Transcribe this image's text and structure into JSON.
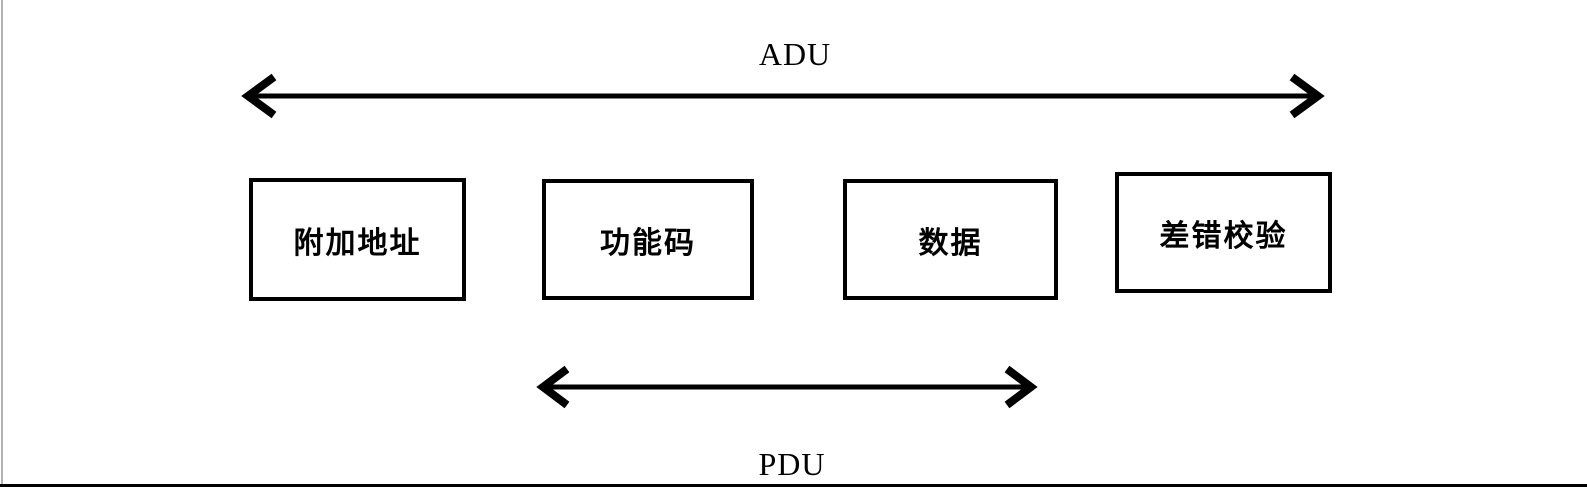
{
  "diagram": {
    "title_hint": "Modbus frame structure",
    "adu": {
      "label": "ADU"
    },
    "pdu": {
      "label": "PDU"
    },
    "boxes": [
      {
        "label": "附加地址"
      },
      {
        "label": "功能码"
      },
      {
        "label": "数据"
      },
      {
        "label": "差错校验"
      }
    ],
    "colors": {
      "line": "#000000",
      "background": "#ffffff",
      "page_edge": "#b3b3b3"
    }
  }
}
